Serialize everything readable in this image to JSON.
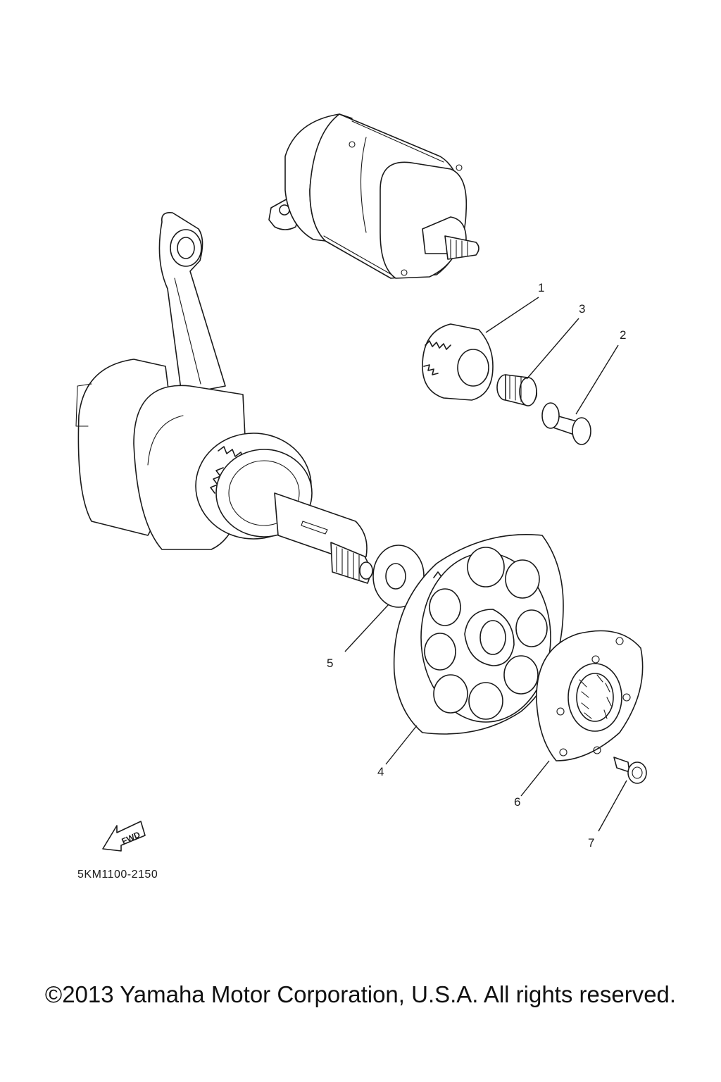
{
  "callouts": {
    "part_1": "1",
    "part_2": "2",
    "part_3": "3",
    "part_4": "4",
    "part_5": "5",
    "part_6": "6",
    "part_7": "7"
  },
  "fwd_arrow_label": "FWD",
  "diagram_code": "5KM1100-2150",
  "copyright": "©2013 Yamaha Motor Corporation, U.S.A. All rights reserved."
}
